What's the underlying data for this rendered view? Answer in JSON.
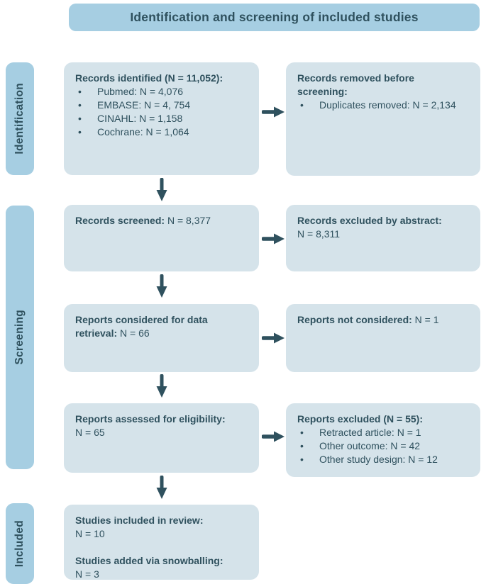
{
  "colors": {
    "background": "#ffffff",
    "bar_fill": "#a6cee2",
    "box_fill": "#d5e3ea",
    "text": "#2f515e"
  },
  "bullet_char": "•",
  "title": "Identification and screening of included studies",
  "sidebar": {
    "stages": [
      {
        "label": "Identification"
      },
      {
        "label": "Screening"
      },
      {
        "label": "Included"
      }
    ]
  },
  "boxes": {
    "records_identified": {
      "lines": [
        {
          "bold": "Records identified (N = 11,052):"
        },
        {
          "bullet": "Pubmed: N = 4,076"
        },
        {
          "bullet": "EMBASE: N = 4, 754"
        },
        {
          "bullet": "CINAHL: N = 1,158"
        },
        {
          "bullet": "Cochrane: N = 1,064"
        }
      ]
    },
    "records_removed": {
      "lines": [
        {
          "bold": "Records removed before screening:"
        },
        {
          "bullet": "Duplicates removed: N = 2,134"
        }
      ]
    },
    "records_screened": {
      "lines": [
        {
          "bold": "Records screened:",
          "text": " N = 8,377"
        }
      ]
    },
    "records_excluded": {
      "lines": [
        {
          "bold": "Records excluded by abstract:"
        },
        {
          "text": "N = 8,311"
        }
      ]
    },
    "reports_considered": {
      "lines": [
        {
          "bold": "Reports considered for data retrieval:",
          "text": " N = 66"
        }
      ]
    },
    "reports_not_considered": {
      "lines": [
        {
          "bold": "Reports not considered:",
          "text": " N = 1"
        }
      ]
    },
    "reports_assessed": {
      "lines": [
        {
          "bold": "Reports assessed for eligibility:"
        },
        {
          "text": "N = 65"
        }
      ]
    },
    "reports_excluded": {
      "lines": [
        {
          "bold": "Reports excluded (N = 55):"
        },
        {
          "bullet": "Retracted article: N = 1"
        },
        {
          "bullet": "Other outcome: N = 42"
        },
        {
          "bullet": "Other study design: N = 12"
        }
      ]
    },
    "studies_included": {
      "lines": [
        {
          "bold": "Studies included in review:"
        },
        {
          "text": "N = 10"
        },
        {
          "spacer": true
        },
        {
          "bold": "Studies added via snowballing:"
        },
        {
          "text": "N = 3"
        }
      ]
    }
  }
}
